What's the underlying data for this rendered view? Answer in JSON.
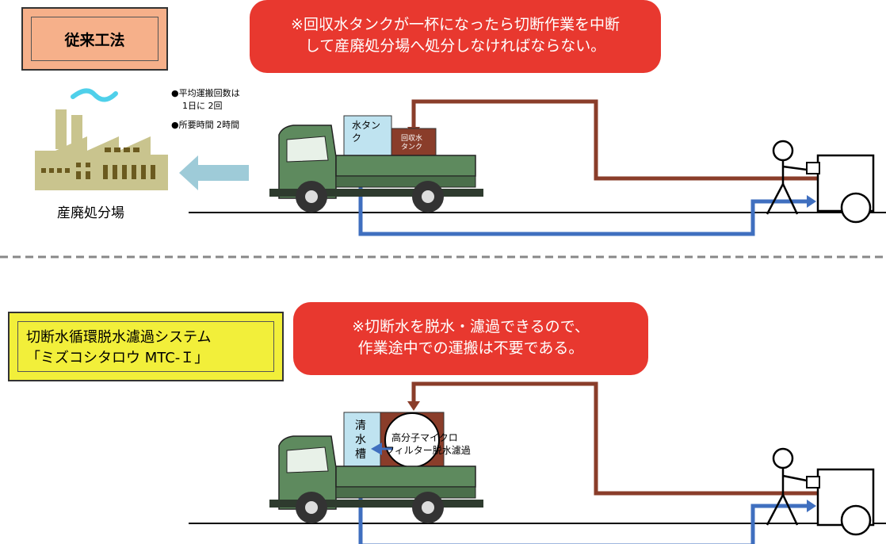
{
  "top": {
    "title": "従来工法",
    "callout_line1": "※回収水タンクが一杯になったら切断作業を中断",
    "callout_line2": "して産廃処分場へ処分しなければならない。",
    "notes": [
      "●平均運搬回数は",
      "1日に 2回",
      "●所要時間 2時間"
    ],
    "factory_label": "産廃処分場",
    "water_tank_label": "水タン\nク",
    "recovery_tank_label": "回収水\nタンク"
  },
  "bottom": {
    "title_line1": "切断水循環脱水濾過システム",
    "title_line2": "「ミズコシタロウ MTC-Ｉ」",
    "callout_line1": "※切断水を脱水・濾過できるので、",
    "callout_line2": "作業途中での運搬は不要である。",
    "clean_tank_label": "清\n水\n槽",
    "filter_label_line1": "高分子マイクロ",
    "filter_label_line2": "フィルター脱水濾過"
  },
  "colors": {
    "callout_red": "#e8382f",
    "title_top": "#f6b08a",
    "title_bottom": "#f2ef3a",
    "pipe_brown": "#8a3d2a",
    "pipe_blue": "#3f6fbf",
    "truck_green": "#5e8a5e",
    "arrow_blue": "#9ecbd8"
  }
}
